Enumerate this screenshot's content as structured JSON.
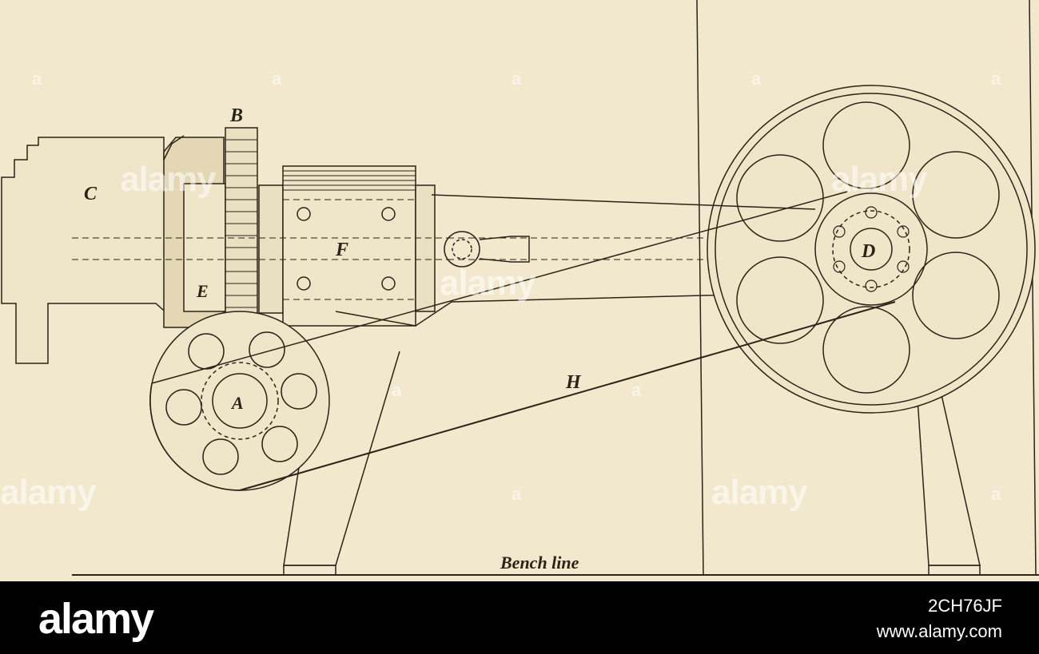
{
  "labels": {
    "A": "A",
    "B": "B",
    "C": "C",
    "D": "D",
    "E": "E",
    "F": "F",
    "H": "H",
    "bench_line": "Bench line"
  },
  "watermark": {
    "text": "alamy",
    "mark": "a"
  },
  "footer": {
    "logo": "alamy",
    "image_id": "2CH76JF",
    "url": "www.alamy.com"
  },
  "colors": {
    "paper": "#f1e8cd",
    "ink": "#2a2418",
    "footer_bg": "#000000",
    "footer_text": "#ffffff"
  }
}
